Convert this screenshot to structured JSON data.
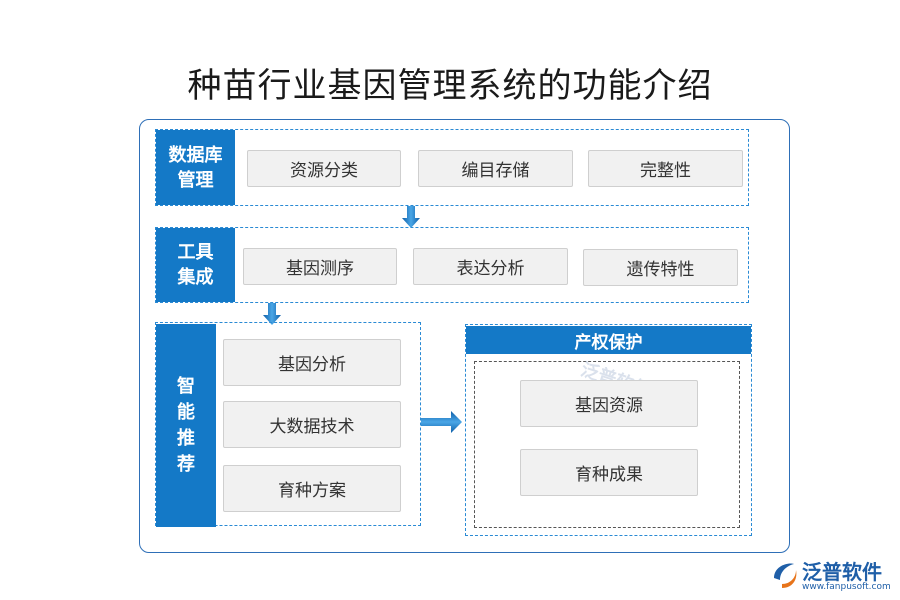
{
  "title": "种苗行业基因管理系统的功能介绍",
  "sections": {
    "database": {
      "label_line1": "数据库",
      "label_line2": "管理",
      "items": [
        "资源分类",
        "编目存储",
        "完整性"
      ]
    },
    "tools": {
      "label_line1": "工具",
      "label_line2": "集成",
      "items": [
        "基因测序",
        "表达分析",
        "遗传特性"
      ]
    },
    "recommend": {
      "label_chars": [
        "智",
        "能",
        "推",
        "荐"
      ],
      "items": [
        "基因分析",
        "大数据技术",
        "育种方案"
      ]
    },
    "ip": {
      "header": "产权保护",
      "items": [
        "基因资源",
        "育种成果"
      ]
    }
  },
  "watermark": "泛普软件",
  "logo": {
    "name": "泛普软件",
    "url": "www.fanpusoft.com"
  },
  "colors": {
    "primary": "#1479c7",
    "border": "#2e6fb7",
    "item_bg": "#f1f1f1"
  }
}
